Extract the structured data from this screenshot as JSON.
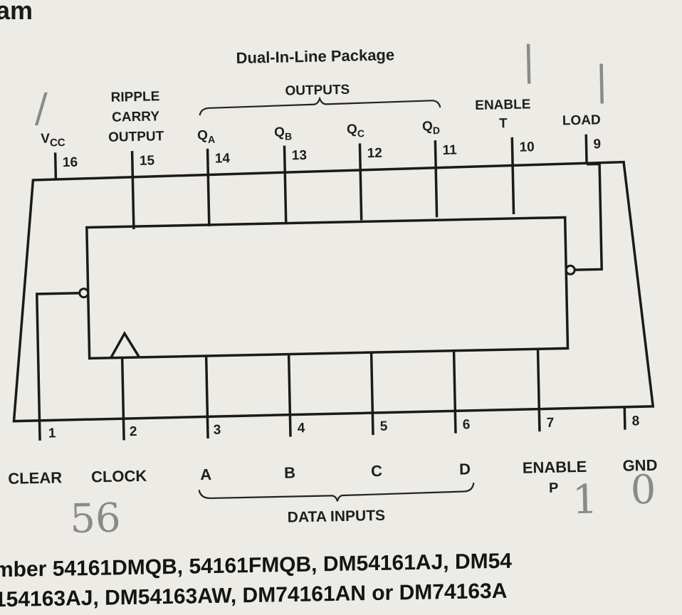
{
  "header_word": "am",
  "title": "Dual-In-Line Package",
  "top_group_label": "OUTPUTS",
  "bottom_group_label": "DATA INPUTS",
  "top_labels": {
    "vcc_main": "V",
    "vcc_sub": "CC",
    "ripple_1": "RIPPLE",
    "ripple_2": "CARRY",
    "ripple_3": "OUTPUT",
    "qa": "Q",
    "qa_sub": "A",
    "qb": "Q",
    "qb_sub": "B",
    "qc": "Q",
    "qc_sub": "C",
    "qd": "Q",
    "qd_sub": "D",
    "enable_t_1": "ENABLE",
    "enable_t_2": "T",
    "load": "LOAD"
  },
  "top_pins": [
    "16",
    "15",
    "14",
    "13",
    "12",
    "11",
    "10",
    "9"
  ],
  "bottom_pins": [
    "1",
    "2",
    "3",
    "4",
    "5",
    "6",
    "7",
    "8"
  ],
  "bottom_labels": {
    "clear": "CLEAR",
    "clock": "CLOCK",
    "a": "A",
    "b": "B",
    "c": "C",
    "d": "D",
    "enable_p_1": "ENABLE",
    "enable_p_2": "P",
    "gnd": "GND"
  },
  "handwriting": {
    "clear_note": "56",
    "enable_p_note": "1",
    "gnd_note": "0",
    "enable_t_note": "|",
    "load_note": "|",
    "vcc_note": "/"
  },
  "caption_line1": "mber 54161DMQB, 54161FMQB, DM54161AJ, DM54",
  "caption_line2": "154163AJ, DM54163AW, DM74161AN or DM74163A"
}
